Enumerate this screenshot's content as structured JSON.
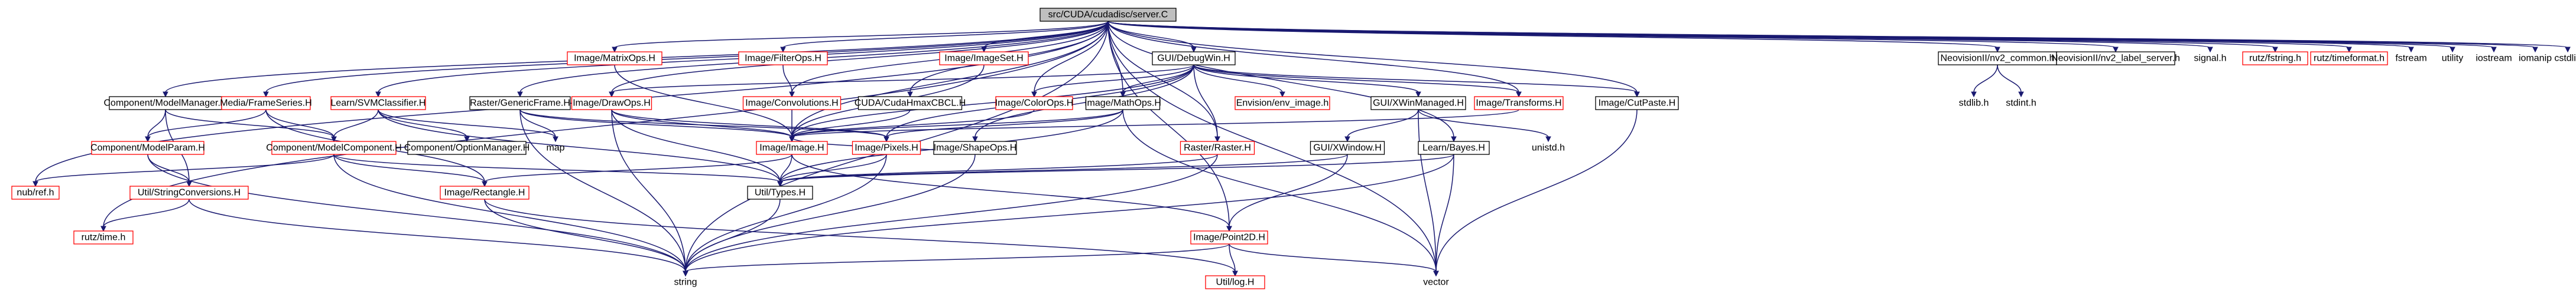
{
  "graph": {
    "root": "src/CUDA/cudadisc/server.C",
    "nodes": [
      {
        "id": "root",
        "label": "src/CUDA/cudadisc/server.C",
        "style": "root"
      },
      {
        "id": "debugwin",
        "label": "GUI/DebugWin.H",
        "style": "black"
      },
      {
        "id": "matrixops",
        "label": "Image/MatrixOps.H",
        "style": "red"
      },
      {
        "id": "filterops",
        "label": "Image/FilterOps.H",
        "style": "red"
      },
      {
        "id": "imageset",
        "label": "Image/ImageSet.H",
        "style": "red"
      },
      {
        "id": "neovision_common",
        "label": "NeovisionII/nv2_common.h",
        "style": "black"
      },
      {
        "id": "neovision_label",
        "label": "NeovisionII/nv2_label_server.h",
        "style": "black"
      },
      {
        "id": "signal",
        "label": "signal.h",
        "style": "plain"
      },
      {
        "id": "rutz_fstring",
        "label": "rutz/fstring.h",
        "style": "red"
      },
      {
        "id": "rutz_timeformat",
        "label": "rutz/timeformat.h",
        "style": "red"
      },
      {
        "id": "fstream",
        "label": "fstream",
        "style": "plain"
      },
      {
        "id": "utility",
        "label": "utility",
        "style": "plain"
      },
      {
        "id": "iostream",
        "label": "iostream",
        "style": "plain"
      },
      {
        "id": "iomanip",
        "label": "iomanip",
        "style": "plain"
      },
      {
        "id": "cstdlib",
        "label": "cstdlib",
        "style": "plain"
      },
      {
        "id": "modelmanager",
        "label": "Component/ModelManager.H",
        "style": "black"
      },
      {
        "id": "framesseries",
        "label": "Media/FrameSeries.H",
        "style": "red"
      },
      {
        "id": "svmclassifier",
        "label": "Learn/SVMClassifier.H",
        "style": "red"
      },
      {
        "id": "rastergeneric",
        "label": "Raster/GenericFrame.H",
        "style": "black"
      },
      {
        "id": "drawops",
        "label": "Image/DrawOps.H",
        "style": "red"
      },
      {
        "id": "convolutions",
        "label": "Image/Convolutions.H",
        "style": "red"
      },
      {
        "id": "cudahmax",
        "label": "CUDA/CudaHmaxCBCL.H",
        "style": "black"
      },
      {
        "id": "colorops",
        "label": "Image/ColorOps.H",
        "style": "red"
      },
      {
        "id": "mathops",
        "label": "Image/MathOps.H",
        "style": "black"
      },
      {
        "id": "envision",
        "label": "Envision/env_image.h",
        "style": "red"
      },
      {
        "id": "xwinmanaged",
        "label": "GUI/XWinManaged.H",
        "style": "black"
      },
      {
        "id": "transforms",
        "label": "Image/Transforms.H",
        "style": "red"
      },
      {
        "id": "cutpaste",
        "label": "Image/CutPaste.H",
        "style": "black"
      },
      {
        "id": "stdlib",
        "label": "stdlib.h",
        "style": "plain"
      },
      {
        "id": "stdint",
        "label": "stdint.h",
        "style": "plain"
      },
      {
        "id": "modelparam",
        "label": "Component/ModelParam.H",
        "style": "red"
      },
      {
        "id": "modelcomponent",
        "label": "Component/ModelComponent.H",
        "style": "red"
      },
      {
        "id": "optionmanager",
        "label": "Component/OptionManager.H",
        "style": "black"
      },
      {
        "id": "map",
        "label": "map",
        "style": "plain"
      },
      {
        "id": "image",
        "label": "Image/Image.H",
        "style": "red"
      },
      {
        "id": "pixels",
        "label": "Image/Pixels.H",
        "style": "red"
      },
      {
        "id": "shapeops",
        "label": "Image/ShapeOps.H",
        "style": "black"
      },
      {
        "id": "raster",
        "label": "Raster/Raster.H",
        "style": "red"
      },
      {
        "id": "xwindow",
        "label": "GUI/XWindow.H",
        "style": "black"
      },
      {
        "id": "bayes",
        "label": "Learn/Bayes.H",
        "style": "black"
      },
      {
        "id": "unistd",
        "label": "unistd.h",
        "style": "plain"
      },
      {
        "id": "nubref",
        "label": "nub/ref.h",
        "style": "red"
      },
      {
        "id": "stringconv",
        "label": "Util/StringConversions.H",
        "style": "red"
      },
      {
        "id": "rectangle",
        "label": "Image/Rectangle.H",
        "style": "red"
      },
      {
        "id": "types",
        "label": "Util/Types.H",
        "style": "black"
      },
      {
        "id": "point2d",
        "label": "Image/Point2D.H",
        "style": "red"
      },
      {
        "id": "rutz_time",
        "label": "rutz/time.h",
        "style": "red"
      },
      {
        "id": "string",
        "label": "string",
        "style": "plain"
      },
      {
        "id": "vector",
        "label": "vector",
        "style": "plain"
      },
      {
        "id": "utillog",
        "label": "Util/log.H",
        "style": "red"
      }
    ],
    "edges": [
      [
        "root",
        "debugwin"
      ],
      [
        "root",
        "matrixops"
      ],
      [
        "root",
        "filterops"
      ],
      [
        "root",
        "imageset"
      ],
      [
        "root",
        "neovision_common"
      ],
      [
        "root",
        "neovision_label"
      ],
      [
        "root",
        "signal"
      ],
      [
        "root",
        "rutz_fstring"
      ],
      [
        "root",
        "rutz_timeformat"
      ],
      [
        "root",
        "fstream"
      ],
      [
        "root",
        "utility"
      ],
      [
        "root",
        "iostream"
      ],
      [
        "root",
        "iomanip"
      ],
      [
        "root",
        "cstdlib"
      ],
      [
        "root",
        "modelmanager"
      ],
      [
        "root",
        "framesseries"
      ],
      [
        "root",
        "svmclassifier"
      ],
      [
        "root",
        "rastergeneric"
      ],
      [
        "root",
        "drawops"
      ],
      [
        "root",
        "convolutions"
      ],
      [
        "root",
        "cudahmax"
      ],
      [
        "root",
        "colorops"
      ],
      [
        "root",
        "mathops"
      ],
      [
        "root",
        "transforms"
      ],
      [
        "root",
        "cutpaste"
      ],
      [
        "root",
        "image"
      ],
      [
        "root",
        "raster"
      ],
      [
        "root",
        "bayes"
      ],
      [
        "root",
        "nubref"
      ],
      [
        "root",
        "rutz_time"
      ],
      [
        "root",
        "string"
      ],
      [
        "root",
        "vector"
      ],
      [
        "root",
        "point2d"
      ],
      [
        "debugwin",
        "xwinmanaged"
      ],
      [
        "debugwin",
        "envision"
      ],
      [
        "debugwin",
        "drawops"
      ],
      [
        "debugwin",
        "image"
      ],
      [
        "debugwin",
        "pixels"
      ],
      [
        "debugwin",
        "mathops"
      ],
      [
        "debugwin",
        "colorops"
      ],
      [
        "debugwin",
        "transforms"
      ],
      [
        "debugwin",
        "raster"
      ],
      [
        "debugwin",
        "cutpaste"
      ],
      [
        "debugwin",
        "shapeops"
      ],
      [
        "matrixops",
        "image"
      ],
      [
        "filterops",
        "convolutions"
      ],
      [
        "imageset",
        "image"
      ],
      [
        "neovision_common",
        "stdlib"
      ],
      [
        "neovision_common",
        "stdint"
      ],
      [
        "modelmanager",
        "modelparam"
      ],
      [
        "modelmanager",
        "modelcomponent"
      ],
      [
        "modelmanager",
        "stringconv"
      ],
      [
        "framesseries",
        "modelparam"
      ],
      [
        "framesseries",
        "modelcomponent"
      ],
      [
        "framesseries",
        "rectangle"
      ],
      [
        "svmclassifier",
        "modelcomponent"
      ],
      [
        "svmclassifier",
        "optionmanager"
      ],
      [
        "svmclassifier",
        "map"
      ],
      [
        "svmclassifier",
        "types"
      ],
      [
        "rastergeneric",
        "image"
      ],
      [
        "rastergeneric",
        "pixels"
      ],
      [
        "rastergeneric",
        "string"
      ],
      [
        "rastergeneric",
        "map"
      ],
      [
        "drawops",
        "image"
      ],
      [
        "drawops",
        "pixels"
      ],
      [
        "drawops",
        "types"
      ],
      [
        "drawops",
        "string"
      ],
      [
        "convolutions",
        "image"
      ],
      [
        "cudahmax",
        "image"
      ],
      [
        "colorops",
        "image"
      ],
      [
        "mathops",
        "image"
      ],
      [
        "mathops",
        "pixels"
      ],
      [
        "mathops",
        "vector"
      ],
      [
        "mathops",
        "types"
      ],
      [
        "xwinmanaged",
        "xwindow"
      ],
      [
        "xwinmanaged",
        "unistd"
      ],
      [
        "xwinmanaged",
        "vector"
      ],
      [
        "transforms",
        "image"
      ],
      [
        "cutpaste",
        "vector"
      ],
      [
        "modelparam",
        "stringconv"
      ],
      [
        "modelparam",
        "string"
      ],
      [
        "modelcomponent",
        "types"
      ],
      [
        "modelcomponent",
        "string"
      ],
      [
        "modelcomponent",
        "nubref"
      ],
      [
        "modelcomponent",
        "rectangle"
      ],
      [
        "image",
        "types"
      ],
      [
        "image",
        "point2d"
      ],
      [
        "image",
        "rectangle"
      ],
      [
        "pixels",
        "types"
      ],
      [
        "pixels",
        "string"
      ],
      [
        "shapeops",
        "image"
      ],
      [
        "shapeops",
        "string"
      ],
      [
        "raster",
        "types"
      ],
      [
        "raster",
        "string"
      ],
      [
        "xwindow",
        "types"
      ],
      [
        "xwindow",
        "point2d"
      ],
      [
        "bayes",
        "types"
      ],
      [
        "bayes",
        "vector"
      ],
      [
        "bayes",
        "string"
      ],
      [
        "stringconv",
        "string"
      ],
      [
        "stringconv",
        "rutz_time"
      ],
      [
        "rectangle",
        "string"
      ],
      [
        "rectangle",
        "utillog"
      ],
      [
        "point2d",
        "utillog"
      ],
      [
        "point2d",
        "vector"
      ],
      [
        "point2d",
        "string"
      ],
      [
        "types",
        "string"
      ]
    ]
  }
}
